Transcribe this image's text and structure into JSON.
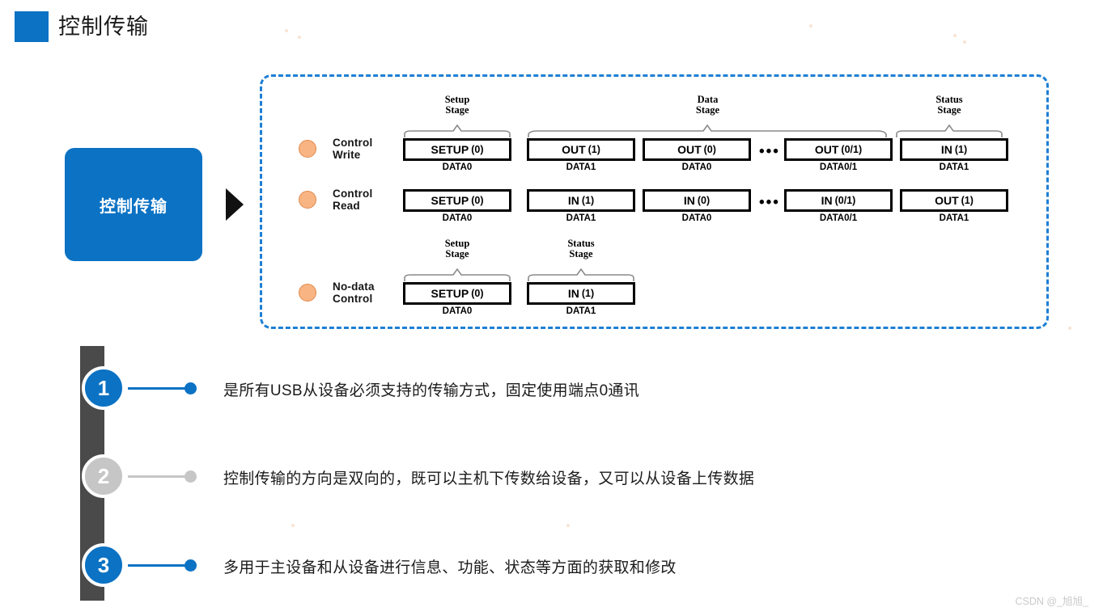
{
  "header": {
    "title": "控制传输",
    "square_color": "#0b72c4"
  },
  "left_card": {
    "label": "控制传输",
    "bg_color": "#0b72c4"
  },
  "arrow": {
    "name": "play-triangle"
  },
  "panel": {
    "border_color": "#1e7fd4",
    "bullet_color": "#f9b483",
    "rows": [
      {
        "label_line1": "Control",
        "label_line2": "Write",
        "packets": [
          {
            "name": "SETUP",
            "value": "(0)",
            "data": "DATA0"
          },
          {
            "name": "OUT",
            "value": "(1)",
            "data": "DATA1"
          },
          {
            "name": "OUT",
            "value": "(0)",
            "data": "DATA0"
          },
          {
            "name": "OUT",
            "value": "(0/1)",
            "data": "DATA0/1"
          },
          {
            "name": "IN",
            "value": "(1)",
            "data": "DATA1"
          }
        ],
        "ellipsis": "•••",
        "stages": [
          {
            "line1": "Setup",
            "line2": "Stage"
          },
          {
            "line1": "Data",
            "line2": "Stage"
          },
          {
            "line1": "Status",
            "line2": "Stage"
          }
        ]
      },
      {
        "label_line1": "Control",
        "label_line2": "Read",
        "packets": [
          {
            "name": "SETUP",
            "value": "(0)",
            "data": "DATA0"
          },
          {
            "name": "IN",
            "value": "(1)",
            "data": "DATA1"
          },
          {
            "name": "IN",
            "value": "(0)",
            "data": "DATA0"
          },
          {
            "name": "IN",
            "value": "(0/1)",
            "data": "DATA0/1"
          },
          {
            "name": "OUT",
            "value": "(1)",
            "data": "DATA1"
          }
        ],
        "ellipsis": "•••",
        "stages": []
      },
      {
        "label_line1": "No-data",
        "label_line2": "Control",
        "packets": [
          {
            "name": "SETUP",
            "value": "(0)",
            "data": "DATA0"
          },
          {
            "name": "IN",
            "value": "(1)",
            "data": "DATA1"
          }
        ],
        "ellipsis": "",
        "stages": [
          {
            "line1": "Setup",
            "line2": "Stage"
          },
          {
            "line1": "Status",
            "line2": "Stage"
          }
        ]
      }
    ]
  },
  "list": {
    "bar_color": "#4a4a4a",
    "items": [
      {
        "number": "1",
        "text": "是所有USB从设备必须支持的传输方式，固定使用端点0通讯",
        "color": "#0b72c4"
      },
      {
        "number": "2",
        "text": "控制传输的方向是双向的，既可以主机下传数给设备，又可以从设备上传数据",
        "color": "#c6c6c6"
      },
      {
        "number": "3",
        "text": "多用于主设备和从设备进行信息、功能、状态等方面的获取和修改",
        "color": "#0b72c4"
      }
    ]
  },
  "watermark": "CSDN @_旭旭_"
}
